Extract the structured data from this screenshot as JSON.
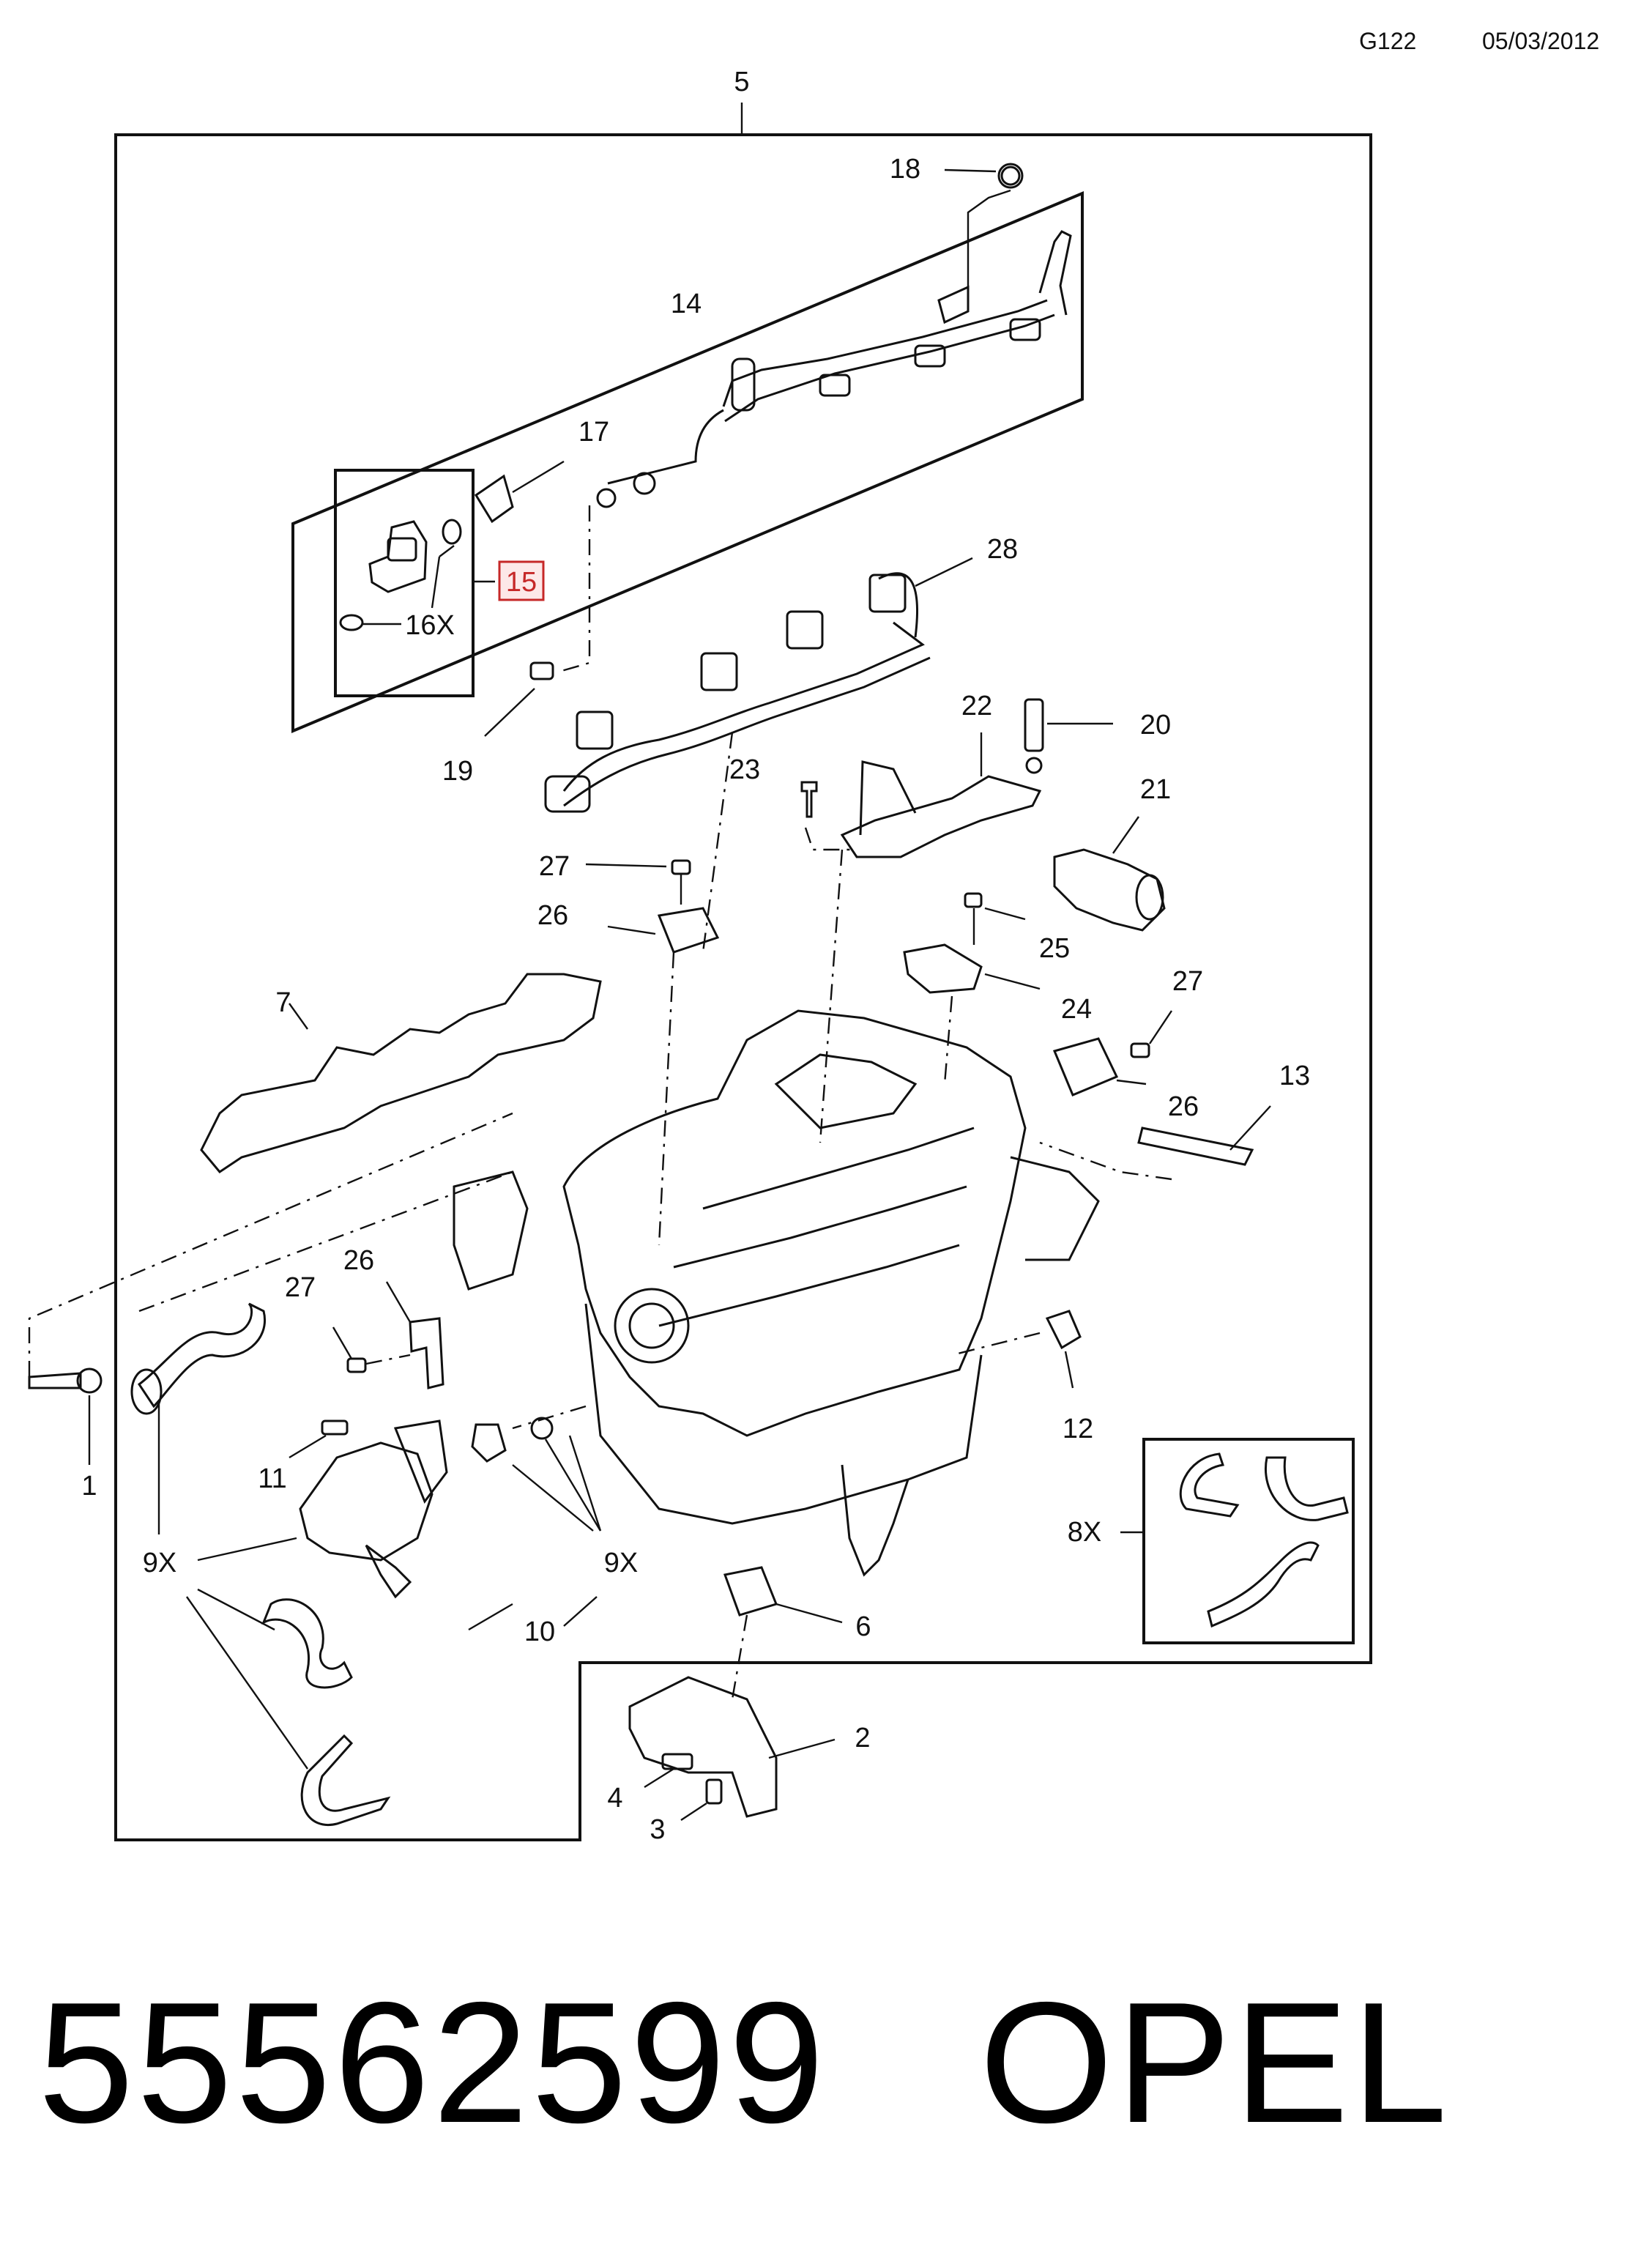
{
  "header": {
    "code": "G122",
    "date": "05/03/2012"
  },
  "labels": {
    "l1": "1",
    "l2": "2",
    "l3": "3",
    "l4": "4",
    "l5": "5",
    "l6": "6",
    "l7": "7",
    "l8x": "8X",
    "l9x_left": "9X",
    "l9x_right": "9X",
    "l10": "10",
    "l11": "11",
    "l12": "12",
    "l13": "13",
    "l14": "14",
    "l15": "15",
    "l16x": "16X",
    "l17": "17",
    "l18": "18",
    "l19": "19",
    "l20": "20",
    "l21": "21",
    "l22": "22",
    "l23": "23",
    "l24": "24",
    "l25": "25",
    "l26_top": "26",
    "l26_right": "26",
    "l26_left": "26",
    "l27_top": "27",
    "l27_right": "27",
    "l27_left": "27",
    "l28": "28"
  },
  "footer": {
    "part_number": "55562599",
    "brand": "OPEL"
  },
  "highlight_color": "#c62828"
}
